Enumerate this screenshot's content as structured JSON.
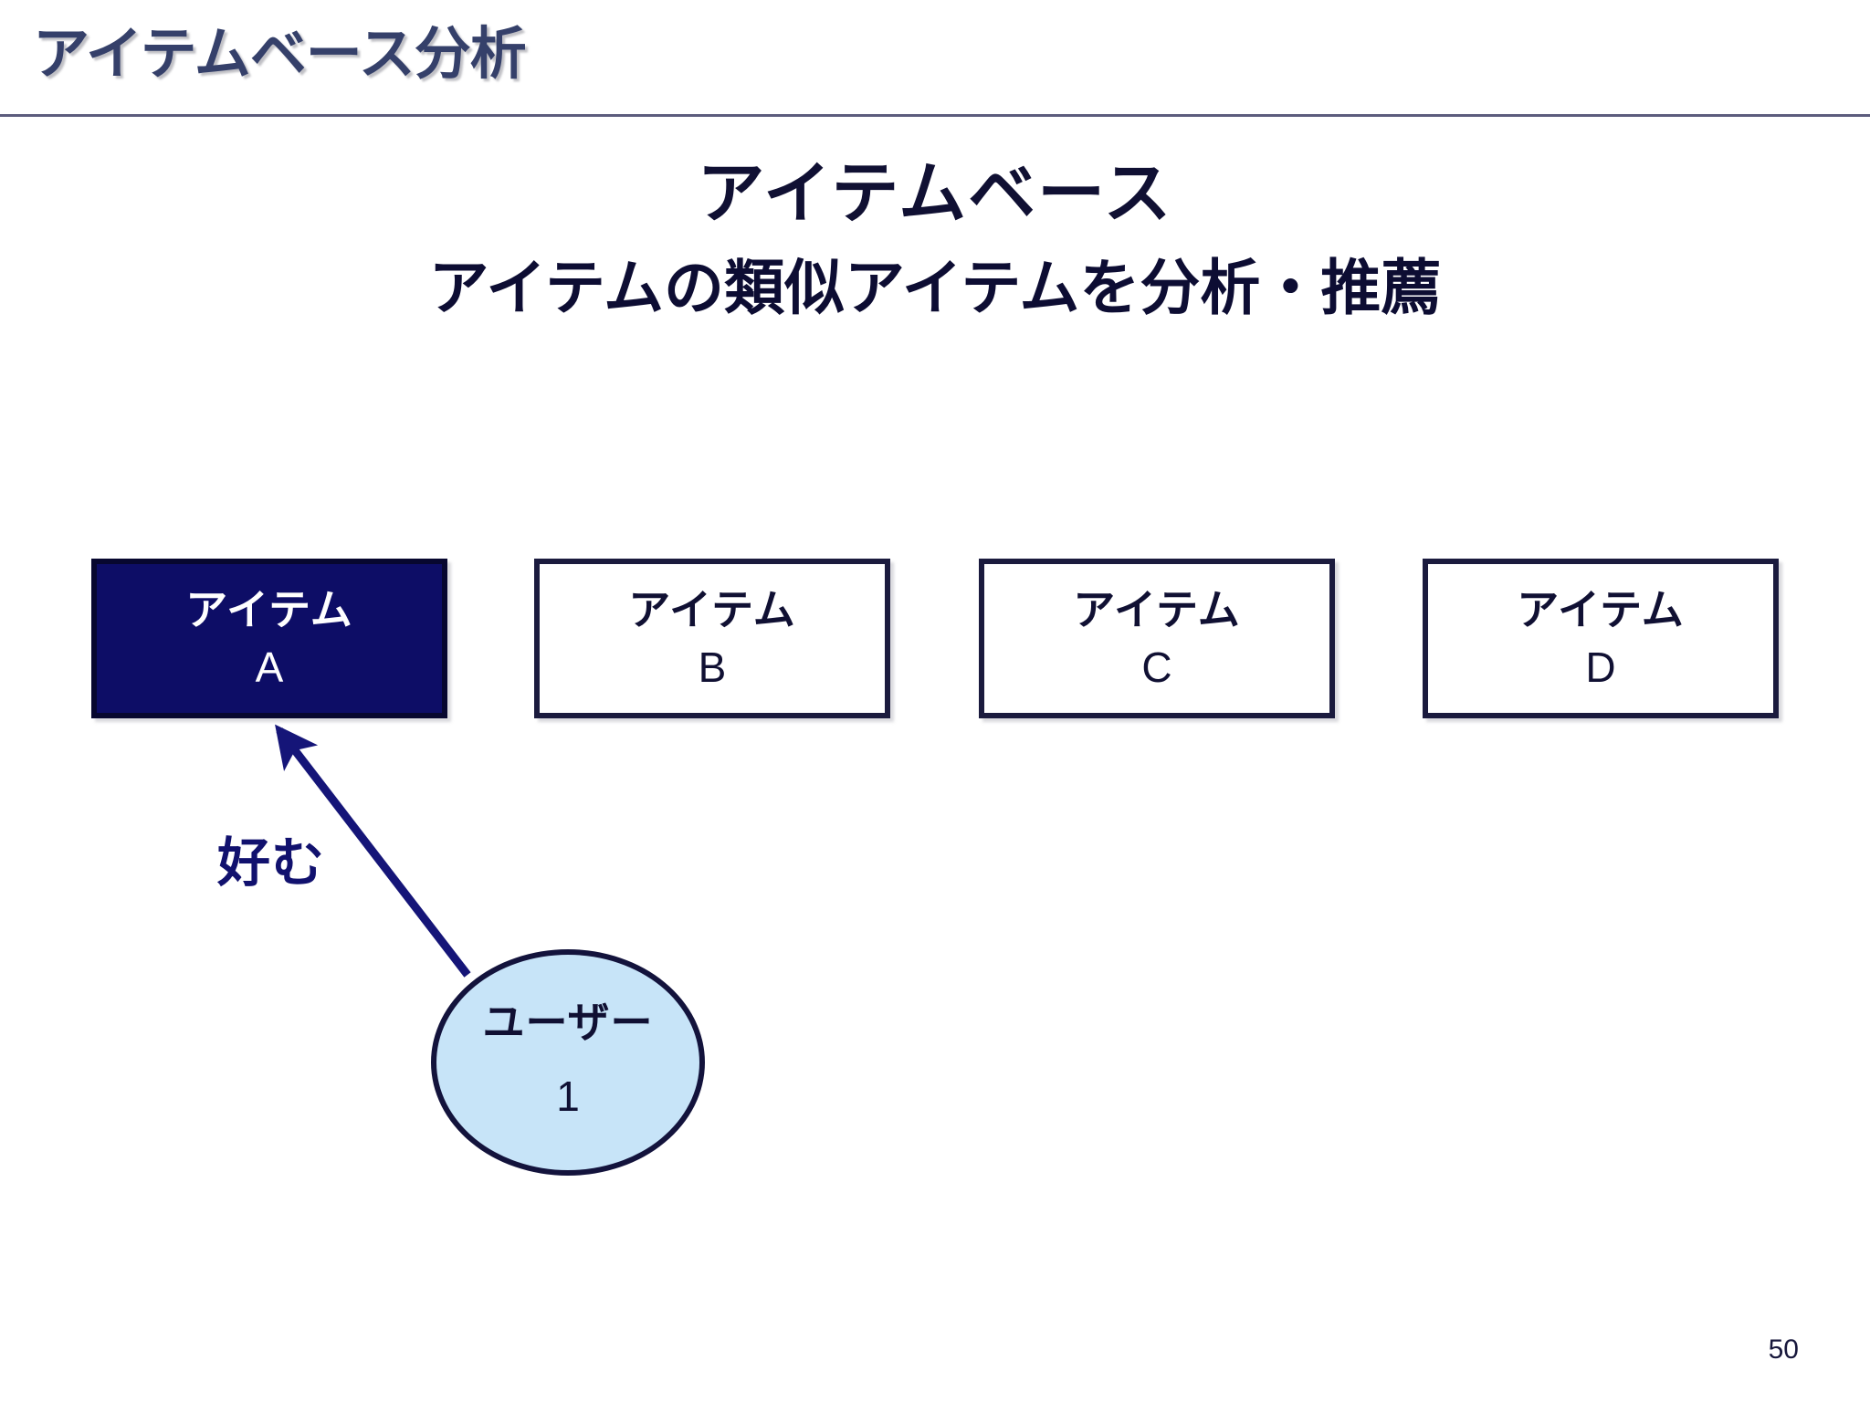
{
  "slide": {
    "title": "アイテムベース分析",
    "page_number": "50",
    "colors": {
      "title_text": "#35406a",
      "heading_text": "#101033",
      "rule": "#5c5c7d",
      "box_border": "#1b1b3e",
      "box_selected_fill": "#0d0d66",
      "box_selected_text": "#ffffff",
      "node_fill": "#c7e4f8",
      "node_border": "#13133c",
      "arrow": "#151578",
      "relation_label": "#11116e"
    }
  },
  "headings": {
    "main": "アイテムベース",
    "sub": "アイテムの類似アイテムを分析・推薦"
  },
  "diagram": {
    "items": [
      {
        "line1": "アイテム",
        "line2": "A",
        "selected": true
      },
      {
        "line1": "アイテム",
        "line2": "B",
        "selected": false
      },
      {
        "line1": "アイテム",
        "line2": "C",
        "selected": false
      },
      {
        "line1": "アイテム",
        "line2": "D",
        "selected": false
      }
    ],
    "user_node": {
      "line1": "ユーザー",
      "line2": "1"
    },
    "relation": {
      "label": "好む",
      "from": "ユーザー1",
      "to": "アイテムA",
      "direction": "user-to-item"
    }
  }
}
